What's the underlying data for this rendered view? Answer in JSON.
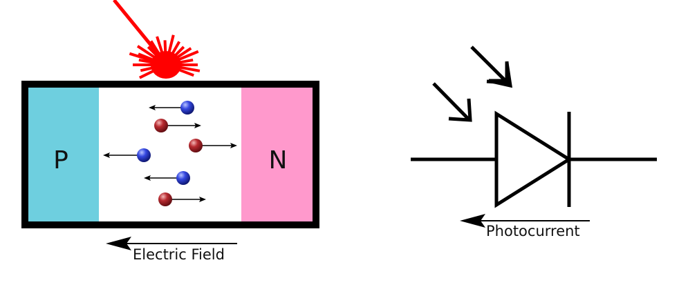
{
  "device": {
    "p_label": "P",
    "n_label": "N",
    "field_label": "Electric Field",
    "colors": {
      "p_region": "#6ecfdf",
      "n_region": "#ff99cc",
      "depletion": "#ffffff",
      "outline": "#000000",
      "light": "#ff0000",
      "hole": "#b3252f",
      "electron": "#2b3fd6"
    }
  },
  "symbol": {
    "current_label": "Photocurrent",
    "line_color": "#000000"
  }
}
